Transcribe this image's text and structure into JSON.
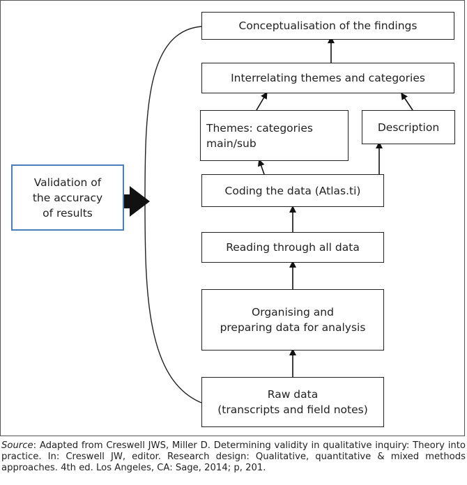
{
  "boxes": {
    "conceptualisation": "Conceptualisation of the findings",
    "interrelating": "Interrelating themes and categories",
    "themes": "Themes: categories\nmain/sub",
    "description": "Description",
    "coding": "Coding the data (Atlas.ti)",
    "reading": "Reading through all data",
    "organising": "Organising and\npreparing data for analysis",
    "raw": "Raw data\n(transcripts and field notes)",
    "validation": "Validation of\nthe accuracy\nof results"
  },
  "caption": {
    "source_word": "Source",
    "text": ": Adapted from Creswell JWS, Miller D. Determining validity in qualitative inquiry: Theory into practice. In: Creswell JW, editor. Research design: Qualitative, quantitative & mixed methods approaches. 4th ed. Los Angeles, CA: Sage, 2014; p, 201."
  },
  "colors": {
    "border": "#222222",
    "validation_border": "#4a7ebb",
    "arrow": "#111111"
  }
}
